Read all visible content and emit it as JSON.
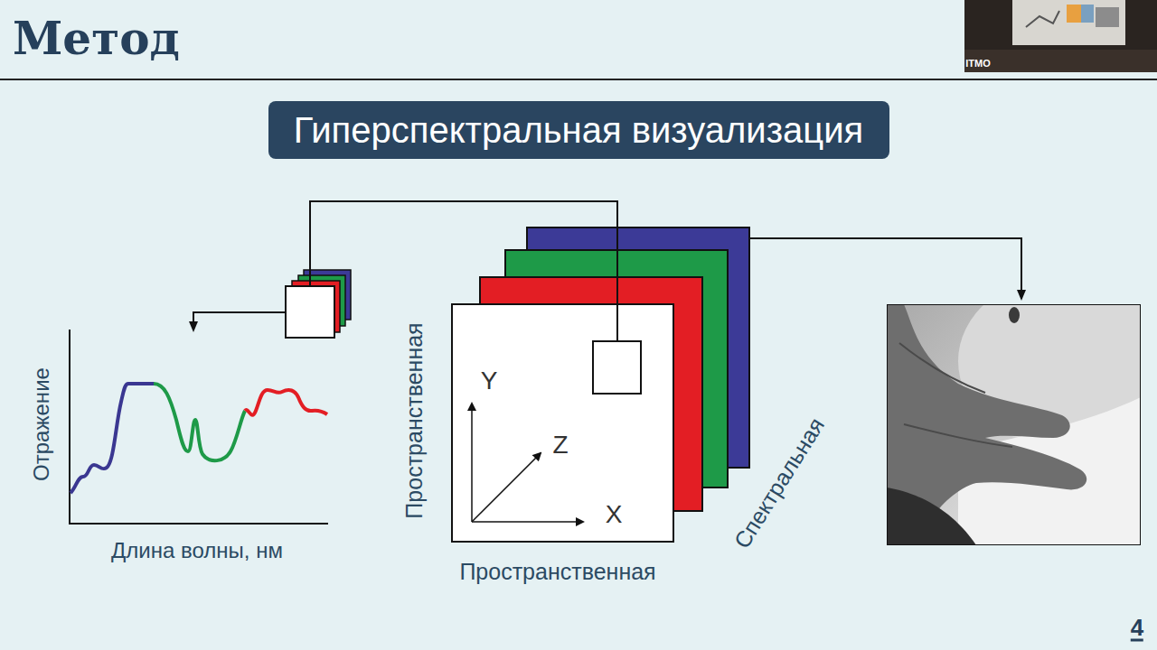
{
  "diagram": {
    "title": "Метод",
    "nodes": [
      {
        "text": [
          "Гиперспектральная визуализация"
        ]
      }
    ],
    "labels": [
      "ITMO",
      "Отражение",
      "Длина волны, нм",
      "Y",
      "Z",
      "X",
      "Пространственная",
      "Пространственная",
      "Спектральная",
      "4"
    ]
  }
}
